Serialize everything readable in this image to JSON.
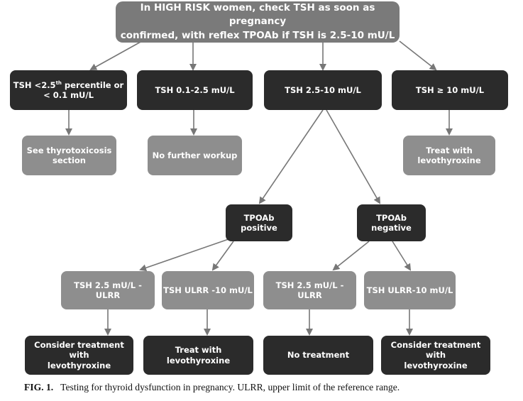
{
  "nodes": {
    "root_line1": "In HIGH RISK women, check TSH as soon as pregnancy",
    "root_line2": "confirmed, with reflex TPOAb if TSH is 2.5-10 mU/L",
    "tsh_low_pre": "TSH <2.5",
    "tsh_low_sup": "th",
    "tsh_low_post": " percentile or",
    "tsh_low_line2": "< 0.1 mU/L",
    "tsh_01_25": "TSH  0.1-2.5  mU/L",
    "tsh_25_10": "TSH 2.5-10 mU/L",
    "tsh_ge10": "TSH ≥ 10 mU/L",
    "thyrotoxicosis_line1": "See thyrotoxicosis",
    "thyrotoxicosis_line2": "section",
    "no_further": "No further workup",
    "treat_levo_line1": "Treat with",
    "treat_levo_line2": "levothyroxine",
    "tpoab_pos_line1": "TPOAb",
    "tpoab_pos_line2": "positive",
    "tpoab_neg_line1": "TPOAb",
    "tpoab_neg_line2": "negative",
    "pos_25_ulrr": "TSH 2.5 mU/L  - ULRR",
    "pos_ulrr_10": "TSH ULRR -10  mU/L",
    "neg_25_ulrr": "TSH 2.5 mU/L -  ULRR",
    "neg_ulrr_10": "TSH ULRR-10 mU/L",
    "consider_1_line1": "Consider treatment with",
    "consider_1_line2": "levothyroxine",
    "treat_2_line1": "Treat with",
    "treat_2_line2": "levothyroxine",
    "no_treatment": "No  treatment",
    "consider_2_line1": "Consider treatment with",
    "consider_2_line2": "levothyroxine"
  },
  "caption": {
    "label": "FIG. 1.",
    "text": "Testing for thyroid dysfunction in pregnancy. ULRR, upper limit of the reference range."
  }
}
